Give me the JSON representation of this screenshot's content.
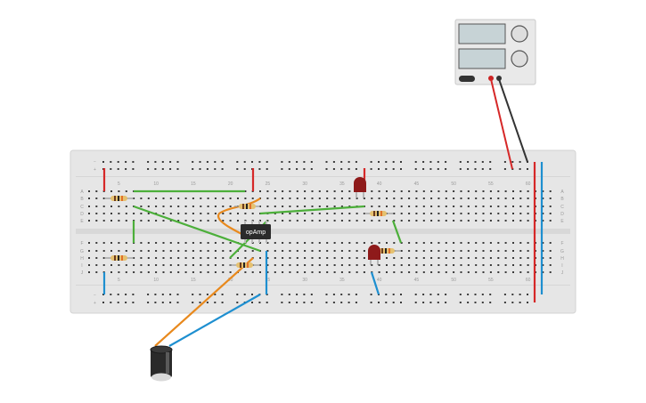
{
  "board": {
    "column_labels": [
      "5",
      "10",
      "15",
      "20",
      "25",
      "30",
      "35",
      "40",
      "45",
      "50",
      "55",
      "60"
    ],
    "row_labels_top": [
      "A",
      "B",
      "C",
      "D",
      "E"
    ],
    "row_labels_bottom": [
      "F",
      "G",
      "H",
      "I",
      "J"
    ],
    "rail_plus_label": "+",
    "rail_minus_label": "−"
  },
  "chip": {
    "label": "opAmp"
  },
  "power_supply": {
    "knob_count": 2,
    "display_count": 2
  },
  "colors": {
    "board": "#e6e6e6",
    "hole": "#3a3a3a",
    "wire_red": "#d62828",
    "wire_blue": "#1e8fd0",
    "wire_green": "#4caf3a",
    "wire_orange": "#e8891d",
    "wire_black": "#333333",
    "led": "#8e1a1a",
    "chip": "#2b2b2b",
    "capacitor": "#2a2a2a"
  }
}
